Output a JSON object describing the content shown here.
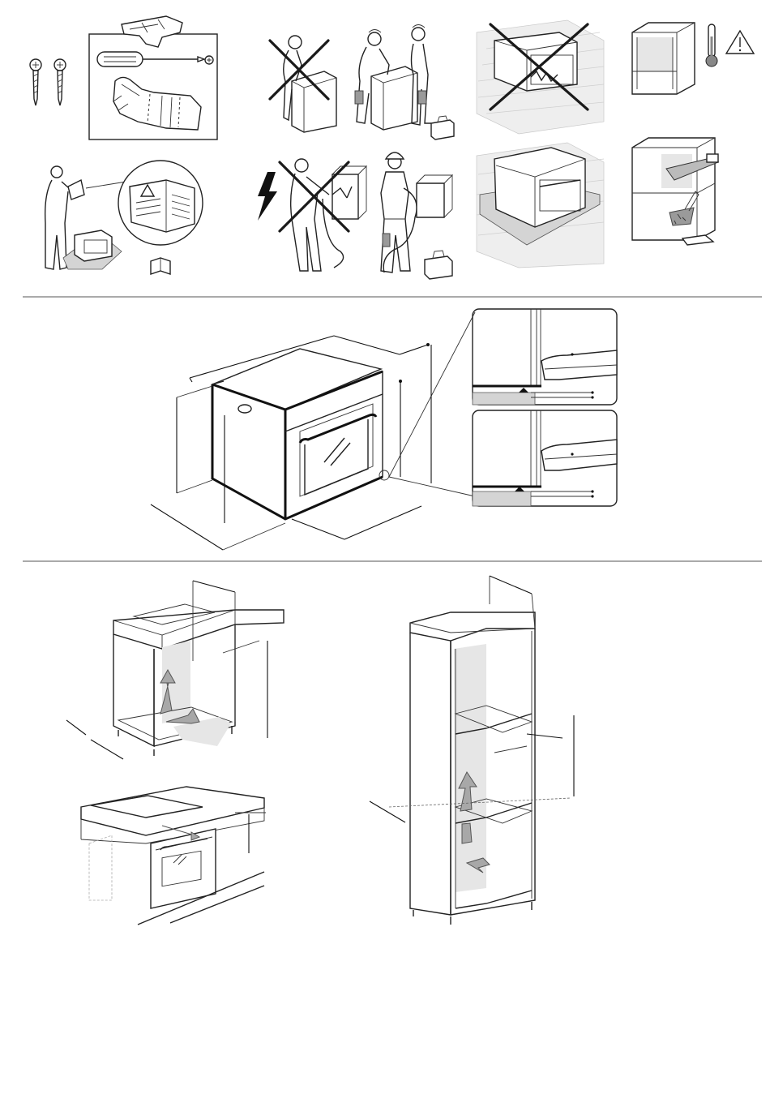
{
  "sections": [
    {
      "id": "safety-pictograms",
      "panels": [
        "tools-and-screws",
        "no-single-lift",
        "two-person-lift",
        "no-damaged-oven",
        "unit-temperature-warning",
        "read-manual",
        "no-live-electrical-work",
        "qualified-electrician",
        "oven-on-foam",
        "cut-cabinet-clean"
      ]
    },
    {
      "id": "oven-dimensions",
      "panels": [
        "oven-isometric",
        "door-detail-top",
        "door-detail-bottom"
      ]
    },
    {
      "id": "cabinet-installation",
      "panels": [
        "under-counter-cabinet",
        "under-hob-install",
        "tall-column-cabinet"
      ]
    }
  ],
  "icons": [
    "screw-icon",
    "screwdriver-icon",
    "gloves-icon",
    "warning-triangle-icon",
    "thermometer-icon",
    "manual-book-icon",
    "lightning-icon",
    "toolbox-icon",
    "saw-icon"
  ],
  "colors": {
    "line": "#222222",
    "shade": "#e6e6e6",
    "arrow": "#a8a8a8",
    "tile": "#eeeeee",
    "foam": "#d4d4d4"
  }
}
